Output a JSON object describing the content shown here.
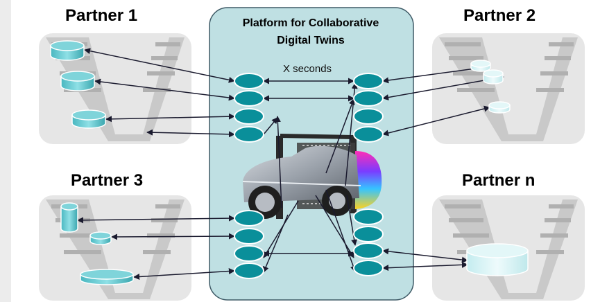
{
  "partners": [
    {
      "id": "p1",
      "label": "Partner  1"
    },
    {
      "id": "p2",
      "label": "Partner 2"
    },
    {
      "id": "p3",
      "label": "Partner 3"
    },
    {
      "id": "pn",
      "label": "Partner n"
    }
  ],
  "platform": {
    "title_line1": "Platform for Collaborative",
    "title_line2": "Digital Twins"
  },
  "sync_label": "X seconds",
  "colors": {
    "platform_fill": "#bfe0e3",
    "platform_stroke": "#3e5a66",
    "node_fill": "#0a8f9a",
    "node_stroke": "#ffffff",
    "panel_fill": "#e6e6e6",
    "background_left_strip": "#ececec",
    "arrow": "#1a1a2e",
    "db_fill": "#5fc4cc"
  },
  "icons": {
    "vehicle": "car-with-measurement-rig-icon",
    "v_model": "v-model-process-icon",
    "database": "database-cylinder-icon"
  }
}
